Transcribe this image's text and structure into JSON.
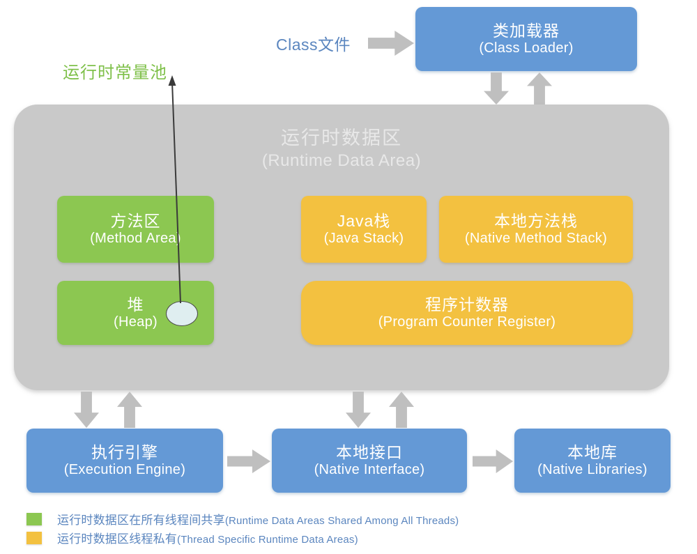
{
  "diagram": {
    "title_cn": "运行时数据区",
    "title_en": "(Runtime Data Area)"
  },
  "labels": {
    "class_file": "Class文件",
    "runtime_constant_pool": "运行时常量池"
  },
  "class_loader": {
    "cn": "类加载器",
    "en": "(Class Loader)"
  },
  "shared_areas": [
    {
      "cn": "方法区",
      "en": "(Method Area)"
    },
    {
      "cn": "堆",
      "en": "(Heap)"
    }
  ],
  "thread_areas": [
    {
      "cn": "Java栈",
      "en": "(Java Stack)"
    },
    {
      "cn": "本地方法栈",
      "en": "(Native Method Stack)"
    },
    {
      "cn": "程序计数器",
      "en": "(Program Counter Register)"
    }
  ],
  "bottom_row": [
    {
      "cn": "执行引擎",
      "en": "(Execution Engine)"
    },
    {
      "cn": "本地接口",
      "en": "(Native Interface)"
    },
    {
      "cn": "本地库",
      "en": "(Native Libraries)"
    }
  ],
  "legend": [
    {
      "color": "#8cc751",
      "cn": "运行时数据区在所有线程间共享",
      "en": "(Runtime Data Areas Shared Among All Threads)"
    },
    {
      "color": "#f3c140",
      "cn": "运行时数据区线程私有",
      "en": "(Thread Specific Runtime Data Areas)"
    }
  ],
  "colors": {
    "blue": "#6499d6",
    "green": "#8cc751",
    "orange": "#f3c140",
    "container_gray": "#c9c9c9",
    "arrow_gray": "#bfbfbf",
    "label_blue": "#5b86bf",
    "label_green": "#7fc04a"
  }
}
